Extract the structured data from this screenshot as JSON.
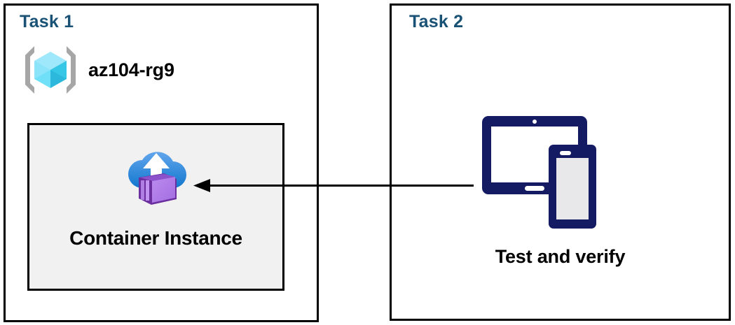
{
  "diagram": {
    "background": "#ffffff",
    "title_color": "#1A5276",
    "border_color": "#000000",
    "panels": [
      {
        "id": "task1",
        "title": "Task 1",
        "resource_group": {
          "icon": "resource-group-icon",
          "label": "az104-rg9"
        },
        "resource": {
          "icon": "container-instance-icon",
          "label": "Container Instance",
          "box_fill": "#F1F1F1"
        }
      },
      {
        "id": "task2",
        "title": "Task 2",
        "resource": {
          "icon": "devices-tablet-phone-icon",
          "label": "Test and verify"
        }
      }
    ],
    "connector": {
      "name": "arrow-task2-to-container-instance",
      "direction": "left",
      "color": "#000000"
    },
    "colors": {
      "task_title": "#1A5276",
      "arrow": "#000000",
      "box_fill": "#F1F1F1",
      "rg_cube_light": "#9FE7FA",
      "rg_cube_mid": "#50D9F5",
      "rg_cube_dark": "#29B6D8",
      "rg_bracket": "#A6A6A6",
      "cloud_light": "#5EA0E8",
      "cloud_dark": "#1B7FD4",
      "container_face": "#B57FE8",
      "container_dark": "#6B2FA0",
      "device_navy": "#141B62",
      "phone_screen": "#E8E8EA"
    }
  }
}
